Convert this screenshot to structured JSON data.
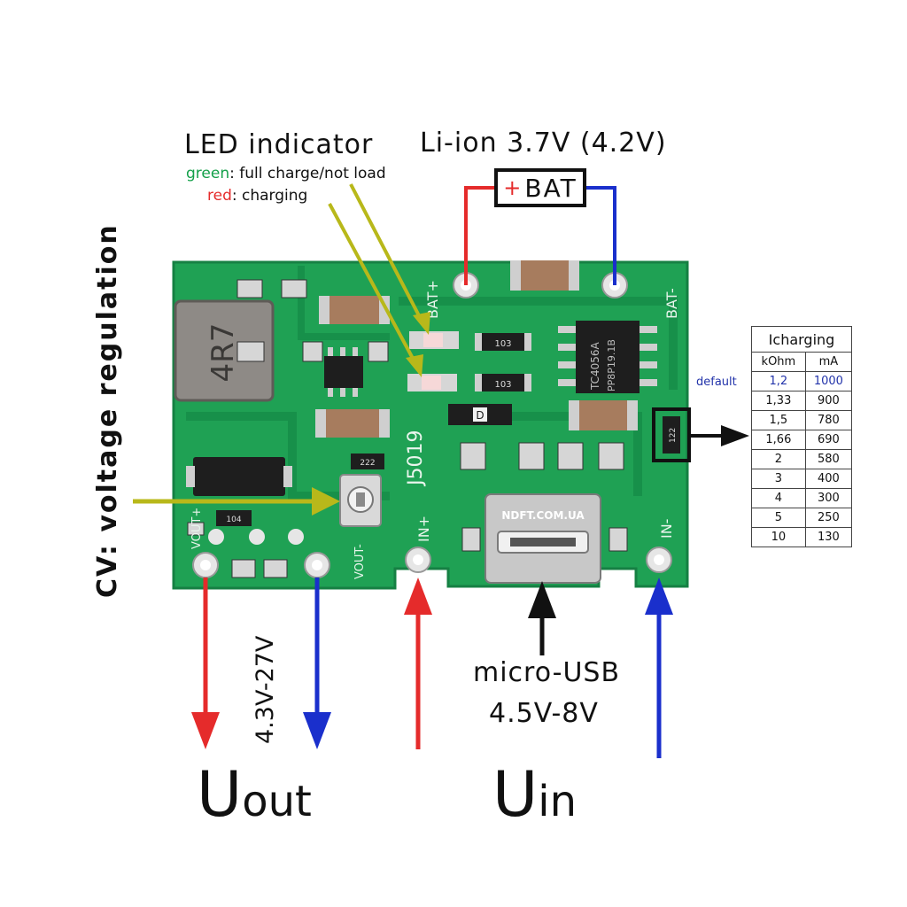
{
  "led": {
    "title": "LED indicator",
    "green_word": "green",
    "green_desc": ": full charge/not load",
    "red_word": "red",
    "red_desc": ": charging"
  },
  "battery": {
    "voltage": "Li-ion 3.7V (4.2V)",
    "plus": "+",
    "label": "BAT"
  },
  "cv_label": "CV: voltage regulation",
  "output": {
    "range": "4.3V-27V",
    "label": "U",
    "label_sub": "out"
  },
  "input": {
    "connector": "micro-USB",
    "range": "4.5V-8V",
    "label": "U",
    "label_sub": "in"
  },
  "board": {
    "inductor_mark": "4R7",
    "chip_mark_1": "TC4056A",
    "chip_mark_2": "PP8P19.1B",
    "module_name": "J5019",
    "usb_text": "NDFT.COM.UA",
    "bat_plus": "BAT+",
    "bat_minus": "BAT-",
    "in_plus": "IN+",
    "in_minus": "IN-",
    "vout_plus": "VOUT+",
    "vout_minus": "VOUT-",
    "resistor_1": "103",
    "resistor_2": "103",
    "resistor_3": "222",
    "resistor_4": "104",
    "resistor_rprog": "122",
    "diode_mark": "D"
  },
  "charging_table": {
    "title": "Icharging",
    "col_kohm": "kOhm",
    "col_ma": "mA",
    "default_tag": "default",
    "rows": [
      {
        "kohm": "1,2",
        "ma": "1000"
      },
      {
        "kohm": "1,33",
        "ma": "900"
      },
      {
        "kohm": "1,5",
        "ma": "780"
      },
      {
        "kohm": "1,66",
        "ma": "690"
      },
      {
        "kohm": "2",
        "ma": "580"
      },
      {
        "kohm": "3",
        "ma": "400"
      },
      {
        "kohm": "4",
        "ma": "300"
      },
      {
        "kohm": "5",
        "ma": "250"
      },
      {
        "kohm": "10",
        "ma": "130"
      }
    ]
  },
  "colors": {
    "pcb": "#1fa154",
    "pcb_dark": "#168043",
    "positive": "#e52b2b",
    "negative": "#1a2fcc",
    "pointer": "#b8b81a"
  }
}
